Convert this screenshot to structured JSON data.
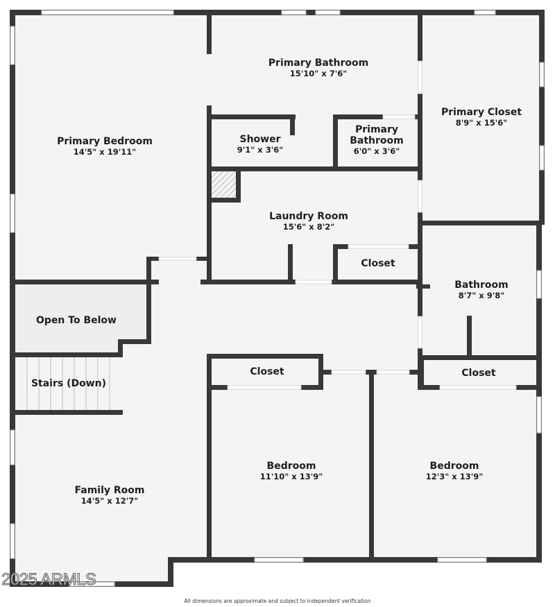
{
  "floorplan": {
    "rooms": [
      {
        "id": "primary-bedroom",
        "name": "Primary Bedroom",
        "dims": "14'5\" x 19'11\""
      },
      {
        "id": "primary-bathroom",
        "name": "Primary Bathroom",
        "dims": "15'10\" x 7'6\""
      },
      {
        "id": "primary-closet",
        "name": "Primary Closet",
        "dims": "8'9\" x 15'6\""
      },
      {
        "id": "shower",
        "name": "Shower",
        "dims": "9'1\" x 3'6\""
      },
      {
        "id": "primary-bathroom-2",
        "name_line1": "Primary",
        "name_line2": "Bathroom",
        "dims": "6'0\" x 3'6\""
      },
      {
        "id": "laundry-room",
        "name": "Laundry Room",
        "dims": "15'6\" x 8'2\""
      },
      {
        "id": "laundry-closet",
        "name": "Closet"
      },
      {
        "id": "bathroom",
        "name": "Bathroom",
        "dims": "8'7\" x 9'8\""
      },
      {
        "id": "bathroom-closet",
        "name": "Closet"
      },
      {
        "id": "open-to-below",
        "name": "Open To Below"
      },
      {
        "id": "stairs",
        "name": "Stairs (Down)"
      },
      {
        "id": "bedroom-closet",
        "name": "Closet"
      },
      {
        "id": "bedroom-1",
        "name": "Bedroom",
        "dims": "11'10\" x 13'9\""
      },
      {
        "id": "bedroom-2",
        "name": "Bedroom",
        "dims": "12'3\" x 13'9\""
      },
      {
        "id": "family-room",
        "name": "Family Room",
        "dims": "14'5\" x 12'7\""
      }
    ],
    "colors": {
      "wall": "#383838",
      "floor": "#f4f4f4",
      "open_to_below": "#eeeeee",
      "text": "#1e1e1e"
    }
  },
  "watermark": "2025 ARMLS",
  "disclaimer": "All dimensions are approximate and subject to independent verification"
}
